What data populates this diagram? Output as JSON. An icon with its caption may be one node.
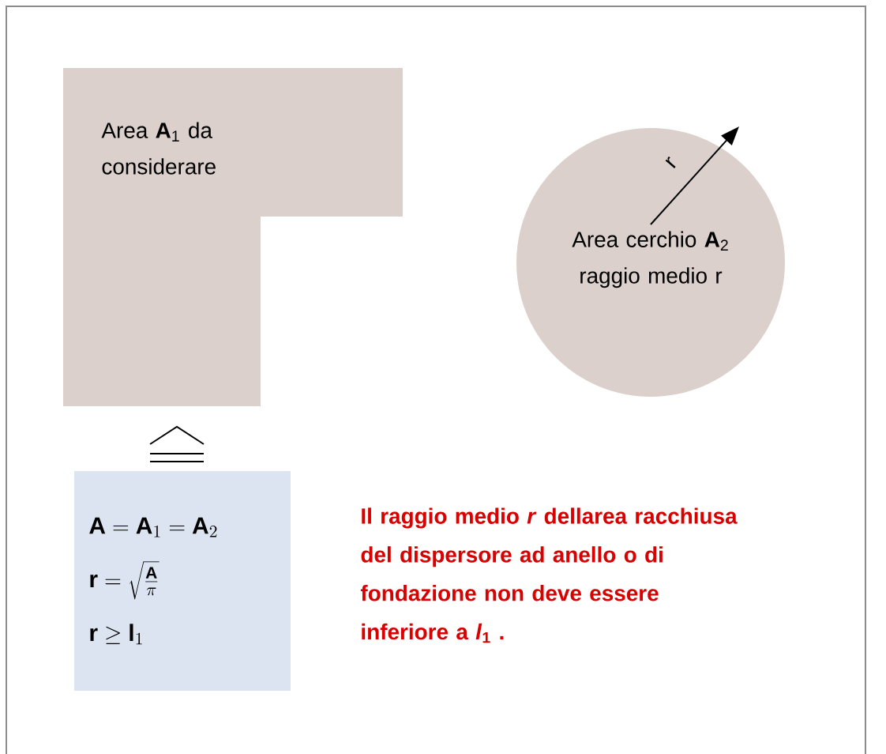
{
  "diagram": {
    "nodes": [
      {
        "text": [
          "Area **A**$_{1}$ da considerare"
        ]
      },
      {
        "text": [
          "Area cerchio **A**$_{2}$ raggio medio r"
        ]
      },
      {
        "text": [
          "\\mathbf{A} = \\mathbf{A}_1 = \\mathbf{A}_2",
          "\\mathbf{r} = \\sqrt{\\frac{\\mathbf{A}}{\\pi}}",
          "\\mathbf{r} \\geq \\mathbf{l}_1"
        ]
      }
    ],
    "labels": [
      "r",
      "Il raggio medio *r* dellarea racchiusa del dispersore ad anello o di fondazione non deve essere inferiore a *l*$_{1}$ ."
    ]
  }
}
